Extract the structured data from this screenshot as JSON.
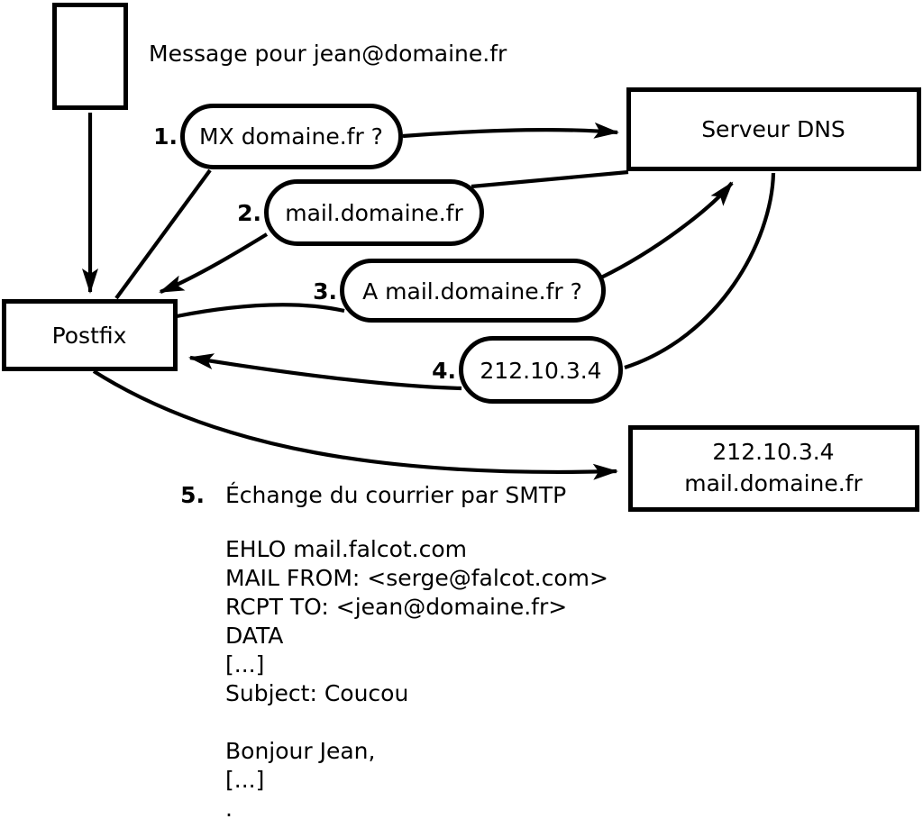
{
  "colors": {
    "line": "#000000",
    "fill": "#ffffff",
    "text": "#000000"
  },
  "header": {
    "message": "Message pour jean@domaine.fr"
  },
  "nodes": {
    "postfix": {
      "label": "Postfix"
    },
    "dns": {
      "label": "Serveur DNS"
    },
    "target": {
      "line1": "212.10.3.4",
      "line2": "mail.domaine.fr"
    }
  },
  "steps": [
    {
      "num": "1.",
      "label": "MX domaine.fr ?"
    },
    {
      "num": "2.",
      "label": "mail.domaine.fr"
    },
    {
      "num": "3.",
      "label": "A mail.domaine.fr ?"
    },
    {
      "num": "4.",
      "label": "212.10.3.4"
    },
    {
      "num": "5.",
      "label": "Échange du courrier par SMTP"
    }
  ],
  "smtp": {
    "lines": [
      "EHLO mail.falcot.com",
      "MAIL FROM: <serge@falcot.com>",
      "RCPT TO: <jean@domaine.fr>",
      "DATA",
      "[...]",
      "Subject: Coucou",
      "",
      "Bonjour Jean,",
      "[...]",
      "."
    ]
  }
}
